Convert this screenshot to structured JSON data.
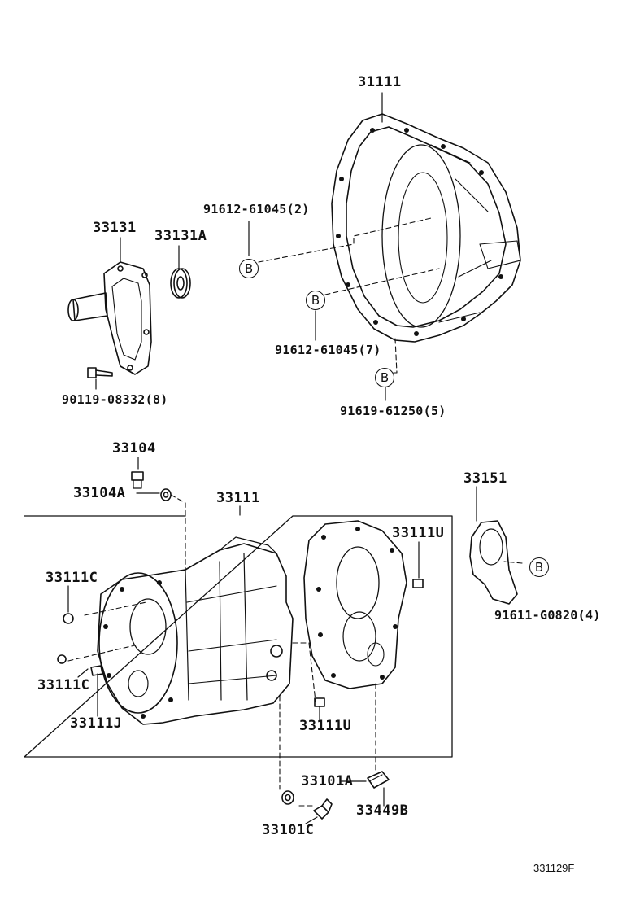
{
  "labels": {
    "bellhousing": "31111",
    "bolt_b_2": "91612-61045(2)",
    "retainer": "33131",
    "retainer_seal": "33131A",
    "bolt_b_7": "91612-61045(7)",
    "bolt_b_5": "91619-61250(5)",
    "retainer_bolt": "90119-08332(8)",
    "plug": "33104",
    "plug_gasket": "33104A",
    "case_assy": "33111",
    "extension": "33151",
    "pin_u_top": "33111U",
    "plug_c_1": "33111C",
    "bolt_b_4": "91611-G0820(4)",
    "plug_c_2": "33111C",
    "pin_j": "33111J",
    "pin_u_bottom": "33111U",
    "drain_gasket": "33101A",
    "breather": "33449B",
    "drain_plug": "33101C"
  },
  "callout_letter": "B",
  "drawing_code": "331129F"
}
